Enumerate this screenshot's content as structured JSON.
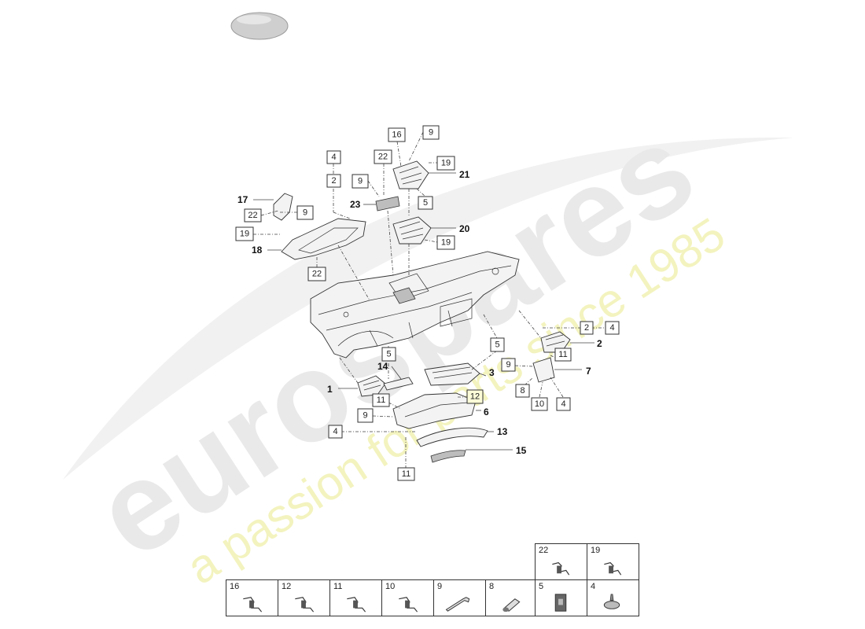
{
  "watermark": {
    "brand": "eurospares",
    "tagline": "a passion for parts since 1985",
    "brand_color": "#e6e6e6",
    "tagline_color": "#f2f2b4"
  },
  "parts": {
    "p1": "1",
    "p2": "2",
    "p3": "3",
    "p6": "6",
    "p7": "7",
    "p13": "13",
    "p14": "14",
    "p15": "15",
    "p17": "17",
    "p18": "18",
    "p20": "20",
    "p21": "21",
    "p23": "23"
  },
  "callouts": {
    "c4a": "4",
    "c2a": "2",
    "c16": "16",
    "c9a": "9",
    "c22a": "22",
    "c19a": "19",
    "c9b": "9",
    "c5a": "5",
    "c22b": "22",
    "c9c": "9",
    "c19b": "19",
    "c19c": "19",
    "c22c": "22",
    "c2b": "2",
    "c4b": "4",
    "c5b": "5",
    "c5c": "5",
    "c11a": "11",
    "c9d": "9",
    "c8": "8",
    "c10": "10",
    "c4c": "4",
    "c12": "12",
    "c11b": "11",
    "c9e": "9",
    "c4d": "4",
    "c11c": "11"
  },
  "legend": {
    "top_row": [
      "22",
      "19"
    ],
    "bottom_row": [
      "16",
      "12",
      "11",
      "10",
      "9",
      "8",
      "5",
      "4"
    ],
    "icons_top": [
      "clip-icon",
      "clip-icon"
    ],
    "icons_bottom": [
      "clip-icon",
      "clip-icon",
      "clip-icon",
      "clip-icon",
      "pin-icon",
      "plug-icon",
      "nut-icon",
      "screw-icon"
    ]
  }
}
